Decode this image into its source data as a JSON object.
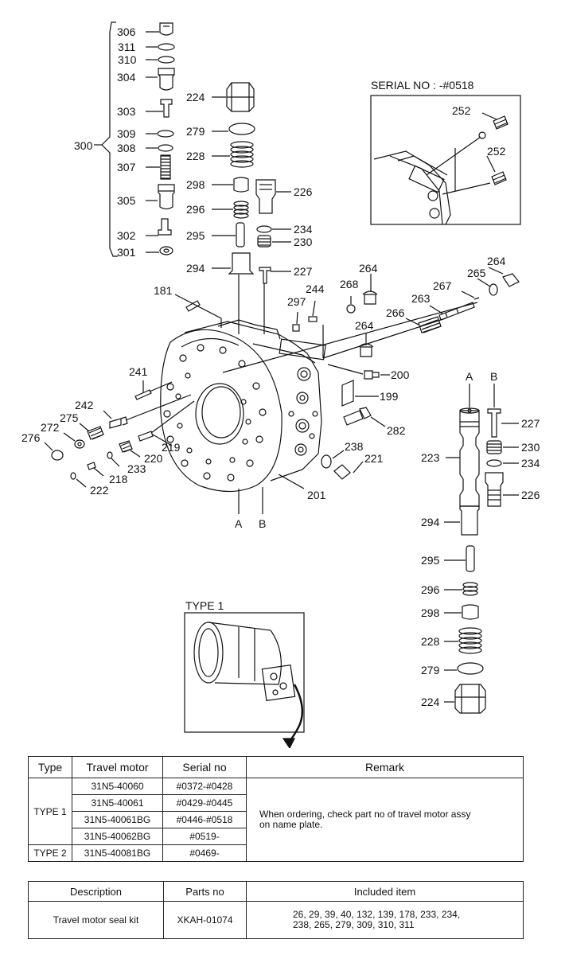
{
  "diagram": {
    "labels": {
      "p306": "306",
      "p311": "311",
      "p310": "310",
      "p304": "304",
      "p303": "303",
      "p309": "309",
      "p308": "308",
      "p307": "307",
      "p305": "305",
      "p302": "302",
      "p301": "301",
      "p300": "300",
      "p224": "224",
      "p279": "279",
      "p228": "228",
      "p298": "298",
      "p226": "226",
      "p296": "296",
      "p234": "234",
      "p295": "295",
      "p230": "230",
      "p294": "294",
      "p227": "227",
      "p264a": "264",
      "p264b": "264",
      "p264c": "264",
      "p265": "265",
      "p267": "267",
      "p263": "263",
      "p268": "268",
      "p266": "266",
      "p244": "244",
      "p297": "297",
      "p181": "181",
      "p241": "241",
      "p200": "200",
      "p199": "199",
      "p242": "242",
      "p275": "275",
      "p272": "272",
      "p276": "276",
      "p219": "219",
      "p220": "220",
      "p233": "233",
      "p218": "218",
      "p222": "222",
      "p282": "282",
      "p238": "238",
      "p221": "221",
      "p201": "201",
      "pA": "A",
      "pB": "B",
      "d252a": "252",
      "d252b": "252",
      "r_A": "A",
      "r_B": "B",
      "r227": "227",
      "r230": "230",
      "r234": "234",
      "r223": "223",
      "r226": "226",
      "r294": "294",
      "r295": "295",
      "r296": "296",
      "r298": "298",
      "r228": "228",
      "r279": "279",
      "r224": "224"
    },
    "serial_title": "SERIAL NO : -#0518",
    "type1_title": "TYPE 1"
  },
  "type_table": {
    "headers": [
      "Type",
      "Travel motor",
      "Serial no",
      "Remark"
    ],
    "type1_label": "TYPE 1",
    "type2_label": "TYPE 2",
    "rows": [
      {
        "motor": "31N5-40060",
        "serial": "#0372-#0428"
      },
      {
        "motor": "31N5-40061",
        "serial": "#0429-#0445"
      },
      {
        "motor": "31N5-40061BG",
        "serial": "#0446-#0518"
      },
      {
        "motor": "31N5-40062BG",
        "serial": "#0519-"
      },
      {
        "motor": "31N5-40081BG",
        "serial": "#0469-"
      }
    ],
    "remark_line1": "When ordering, check part no of travel motor assy",
    "remark_line2": "on name plate."
  },
  "kit_table": {
    "headers": [
      "Description",
      "Parts no",
      "Included item"
    ],
    "description": "Travel motor seal kit",
    "parts_no": "XKAH-01074",
    "items_line1": "26, 29, 39, 40, 132, 139, 178, 233, 234,",
    "items_line2": "238, 265, 279, 309, 310, 311"
  }
}
